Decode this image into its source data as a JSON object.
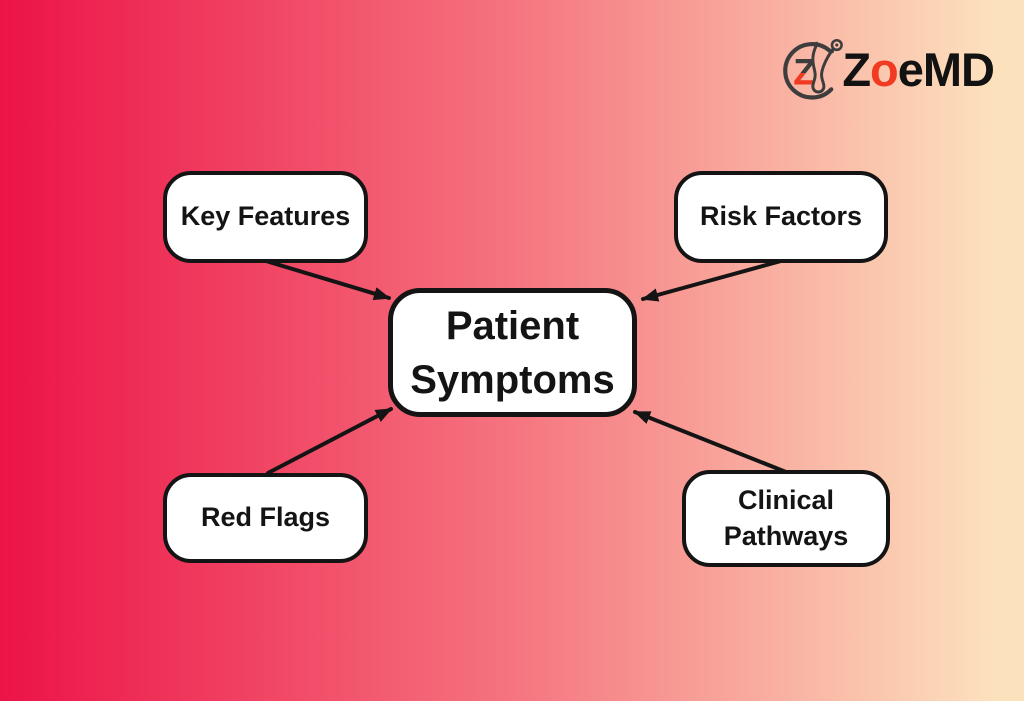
{
  "logo": {
    "z": "Z",
    "o": "o",
    "e": "e",
    "md": "MD",
    "icon": "stethoscope-z-circle"
  },
  "diagram": {
    "center": {
      "id": "patient-symptoms",
      "lines": [
        "Patient",
        "Symptoms"
      ]
    },
    "nodes": [
      {
        "id": "key-features",
        "label": "Key Features",
        "position": "top-left"
      },
      {
        "id": "risk-factors",
        "label": "Risk Factors",
        "position": "top-right"
      },
      {
        "id": "red-flags",
        "label": "Red Flags",
        "position": "bottom-left"
      },
      {
        "id": "clinical-pathways",
        "lines": [
          "Clinical",
          "Pathways"
        ],
        "position": "bottom-right"
      }
    ],
    "edges": [
      {
        "from": "key-features",
        "to": "patient-symptoms"
      },
      {
        "from": "risk-factors",
        "to": "patient-symptoms"
      },
      {
        "from": "red-flags",
        "to": "patient-symptoms"
      },
      {
        "from": "clinical-pathways",
        "to": "patient-symptoms"
      }
    ]
  },
  "colors": {
    "bg_left": "#ec1347",
    "bg_mid": "#f5747f",
    "bg_right": "#fce1bd",
    "node_fill": "#ffffff",
    "node_border": "#141414",
    "arrow": "#141414",
    "text": "#141414",
    "logo_red": "#f03a21",
    "logo_gray": "#3d3d3d"
  }
}
